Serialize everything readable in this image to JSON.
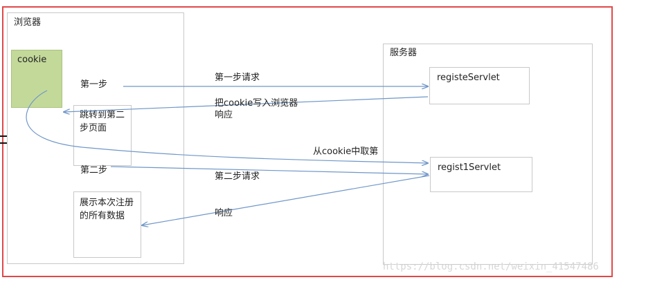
{
  "browser": {
    "title": "浏览器",
    "cookie_label": "cookie",
    "page1_text": "跳转到第二步页面",
    "page2_text": "展示本次注册的所有数据",
    "step1_label": "第一步",
    "step2_label": "第二步"
  },
  "server": {
    "title": "服务器",
    "servlet1": "registeServlet",
    "servlet2": "regist1Servlet"
  },
  "arrows": {
    "step1_request": "第一步请求",
    "write_cookie": "把cookie写入浏览器",
    "response1": "响应",
    "from_cookie": "从cookie中取第",
    "step2_request": "第二步请求",
    "response2": "响应"
  },
  "colors": {
    "arrow": "#6f96c8",
    "cookie_fill": "#c3d99a",
    "frame_border": "#e04848"
  },
  "watermark": "https://blog.csdn.net/weixin_41547486"
}
